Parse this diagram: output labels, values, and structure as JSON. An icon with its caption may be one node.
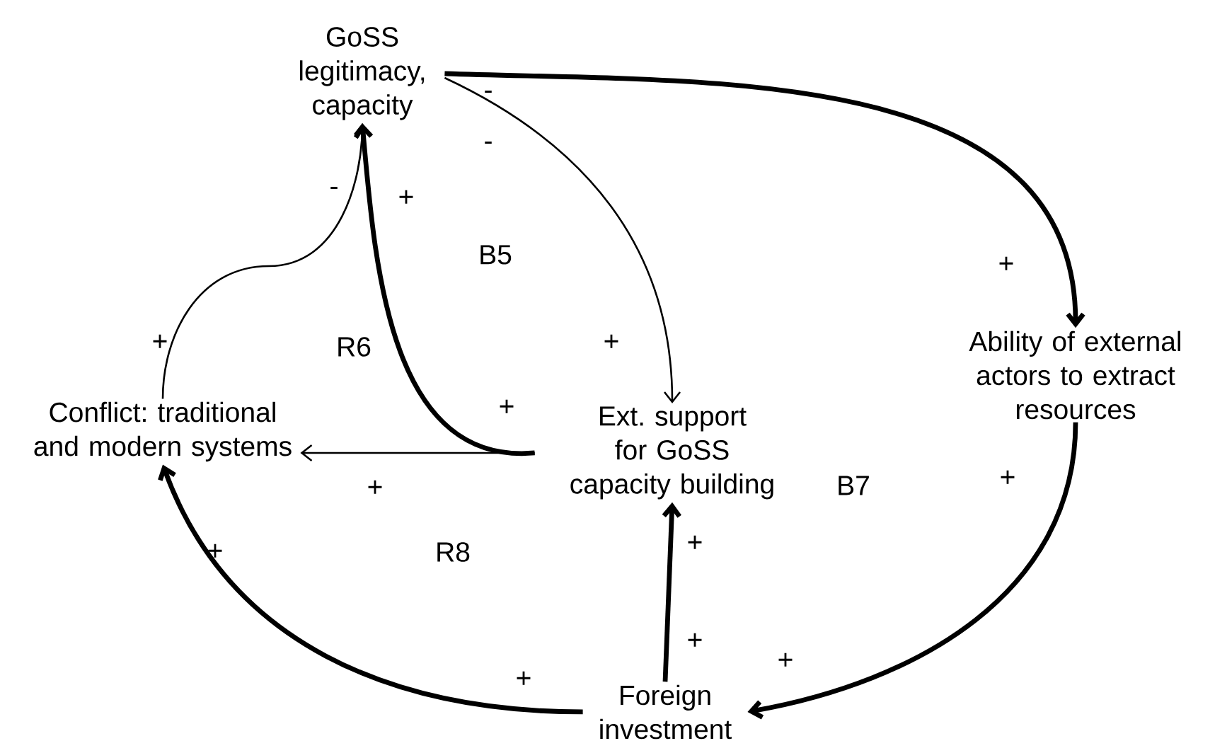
{
  "diagram": {
    "nodes": [
      {
        "text": [
          "GoSS legitimacy, capacity"
        ]
      },
      {
        "text": [
          "Ability of external actors to extract resources"
        ]
      },
      {
        "text": [
          "Conflict: traditional and modern systems"
        ]
      },
      {
        "text": [
          "Ext. support for GoSS capacity building"
        ]
      },
      {
        "text": [
          "Foreign investment"
        ]
      }
    ],
    "edges": [
      {
        "from": 0,
        "to": 1,
        "arrow": "to"
      },
      {
        "from": 0,
        "to": 3,
        "arrow": "to"
      },
      {
        "from": 2,
        "to": 0,
        "arrow": "to"
      },
      {
        "from": 3,
        "to": 0,
        "arrow": "to"
      },
      {
        "from": 3,
        "to": 2,
        "arrow": "to"
      },
      {
        "from": 4,
        "to": 2,
        "arrow": "to"
      },
      {
        "from": 4,
        "to": 3,
        "arrow": "to"
      },
      {
        "from": 1,
        "to": 4,
        "arrow": "to"
      }
    ],
    "labels": [
      "-",
      "-",
      "-",
      "+",
      "B5",
      "+",
      "+",
      "R6",
      "+",
      "+",
      "+",
      "B7",
      "+",
      "+",
      "R8",
      "+",
      "+",
      "+",
      "+"
    ]
  }
}
